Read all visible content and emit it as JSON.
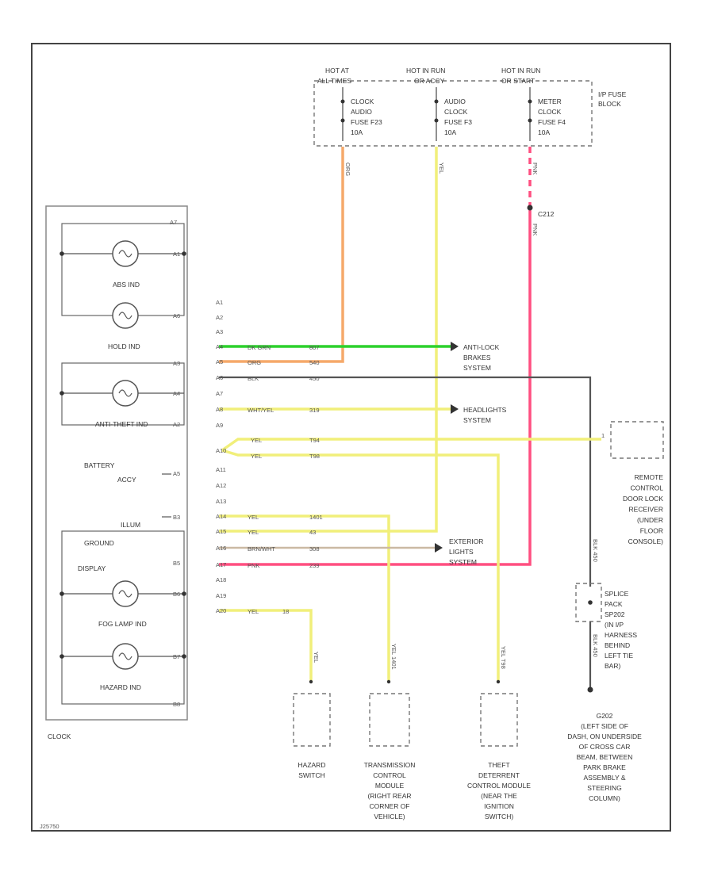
{
  "colors": {
    "orange": "#f5a96a",
    "yellow": "#f1ef7a",
    "green": "#2cd12c",
    "black": "#555555",
    "pink": "#ff4f80",
    "tan": "#cbb9a3",
    "gray": "#888888"
  },
  "fuse_block": {
    "title": [
      "I/P FUSE",
      "BLOCK"
    ],
    "columns": [
      {
        "header": [
          "HOT AT",
          "ALL TIMES"
        ],
        "fuse": [
          "CLOCK",
          "AUDIO",
          "FUSE F23",
          "10A"
        ],
        "wire": "ORG"
      },
      {
        "header": [
          "HOT IN RUN",
          "OR ACCY"
        ],
        "fuse": [
          "AUDIO",
          "CLOCK",
          "FUSE F3",
          "10A"
        ],
        "wire": "YEL"
      },
      {
        "header": [
          "HOT IN RUN",
          "OR START"
        ],
        "fuse": [
          "METER",
          "CLOCK",
          "FUSE F4",
          "10A"
        ],
        "wire": "PNK"
      }
    ],
    "splice": "C212",
    "splice_wire": "PNK"
  },
  "clock": {
    "title": "CLOCK",
    "indicators": [
      "ABS IND",
      "HOLD IND",
      "ANTI-THEFT IND",
      "FOG LAMP IND",
      "HAZARD IND"
    ],
    "labels": [
      "BATTERY",
      "ACCY",
      "ILLUM",
      "GROUND",
      "DISPLAY"
    ],
    "pins": [
      "A7",
      "A1",
      "A6",
      "A3",
      "A4",
      "A2",
      "A5",
      "B3",
      "B5",
      "B6",
      "B7",
      "B8"
    ]
  },
  "connector_pins": [
    "A1",
    "A2",
    "A3",
    "A4",
    "A5",
    "A6",
    "A7",
    "A8",
    "A9",
    "A10",
    "A11",
    "A12",
    "A13",
    "A14",
    "A15",
    "A16",
    "A17",
    "A18",
    "A19",
    "A20"
  ],
  "wires": [
    {
      "pin": "A4",
      "color": "DK GRN",
      "circuit": "807"
    },
    {
      "pin": "A5",
      "color": "ORG",
      "circuit": "540"
    },
    {
      "pin": "A6",
      "color": "BLK",
      "circuit": "450"
    },
    {
      "pin": "A8",
      "color": "WHT/YEL",
      "circuit": "319"
    },
    {
      "pin": "A10",
      "color": "YEL",
      "circuit": "T94"
    },
    {
      "pin": "A10b",
      "color": "YEL",
      "circuit": "T98"
    },
    {
      "pin": "A14",
      "color": "YEL",
      "circuit": "1401"
    },
    {
      "pin": "A15",
      "color": "YEL",
      "circuit": "43"
    },
    {
      "pin": "A16",
      "color": "BRN/WHT",
      "circuit": "308"
    },
    {
      "pin": "A17",
      "color": "PNK",
      "circuit": "239"
    },
    {
      "pin": "A20",
      "color": "YEL",
      "circuit": "18"
    }
  ],
  "destinations": {
    "abs": [
      "ANTI-LOCK",
      "BRAKES",
      "SYSTEM"
    ],
    "headlights": [
      "HEADLIGHTS",
      "SYSTEM"
    ],
    "exterior": [
      "EXTERIOR",
      "LIGHTS",
      "SYSTEM"
    ],
    "remote": [
      "REMOTE",
      "CONTROL",
      "DOOR LOCK",
      "RECEIVER",
      "(UNDER",
      "FLOOR",
      "CONSOLE)"
    ],
    "hazard": [
      "HAZARD",
      "SWITCH"
    ],
    "transmission": [
      "TRANSMISSION",
      "CONTROL",
      "MODULE",
      "(RIGHT REAR",
      "CORNER OF",
      "VEHICLE)"
    ],
    "theft": [
      "THEFT",
      "DETERRENT",
      "CONTROL MODULE",
      "(NEAR THE",
      "IGNITION",
      "SWITCH)"
    ],
    "splice_pack": [
      "SPLICE",
      "PACK",
      "SP202",
      "(IN I/P",
      "HARNESS",
      "BEHIND",
      "LEFT TIE",
      "BAR)"
    ],
    "ground": [
      "G202",
      "(LEFT SIDE OF",
      "DASH, ON UNDERSIDE",
      "OF CROSS CAR",
      "BEAM, BETWEEN",
      "PARK BRAKE",
      "ASSEMBLY &",
      "STEERING",
      "COLUMN)"
    ]
  },
  "drop_labels": {
    "hazard": "YEL",
    "transmission": "YEL 1401",
    "theft": "YEL T98",
    "ground_top": "BLK 450",
    "ground_bottom": "BLK 450"
  },
  "footer": "J25750"
}
